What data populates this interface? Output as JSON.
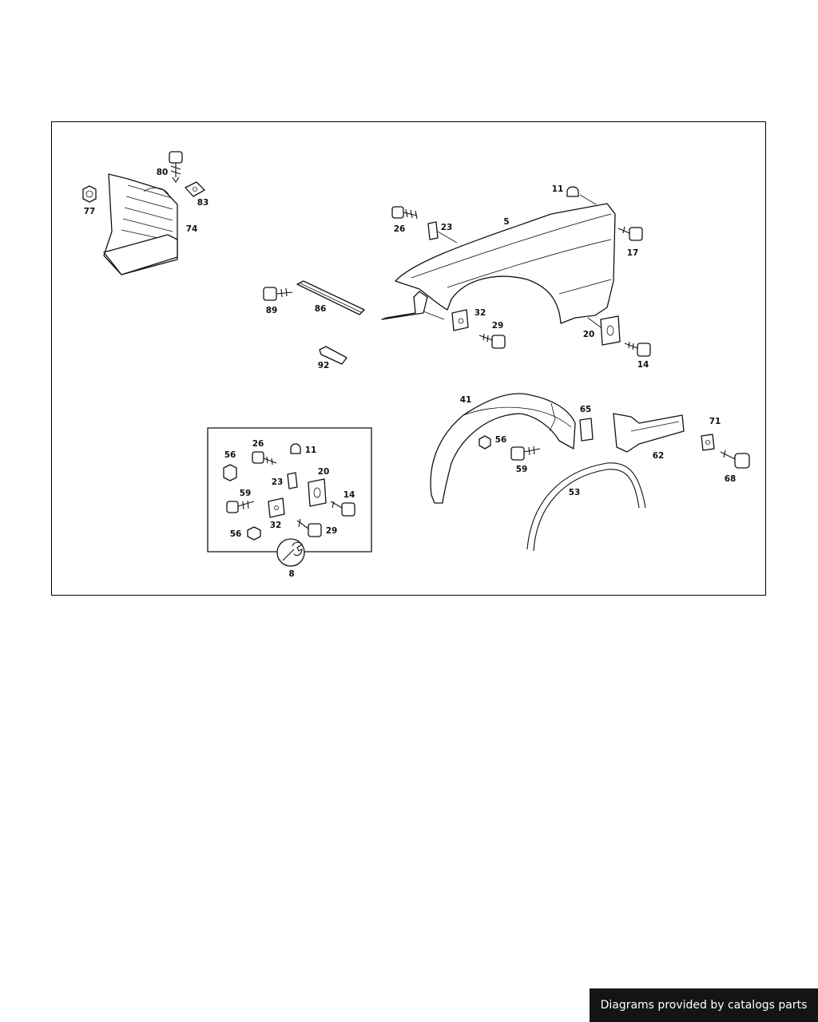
{
  "footer": {
    "text": "Diagrams provided by catalogs parts"
  },
  "diagram": {
    "labels": {
      "p80": "80",
      "p77": "77",
      "p83": "83",
      "p74": "74",
      "p11": "11",
      "p26": "26",
      "p23": "23",
      "p5": "5",
      "p17": "17",
      "p89": "89",
      "p86": "86",
      "p32": "32",
      "p29": "29",
      "p20": "20",
      "p14": "14",
      "p92": "92",
      "p41": "41",
      "p56": "56",
      "p59": "59",
      "p65": "65",
      "p62": "62",
      "p71": "71",
      "p68": "68",
      "p53": "53",
      "k56a": "56",
      "k26": "26",
      "k11": "11",
      "k23": "23",
      "k20": "20",
      "k59": "59",
      "k14": "14",
      "k32": "32",
      "k56b": "56",
      "k29": "29",
      "k8": "8"
    }
  }
}
